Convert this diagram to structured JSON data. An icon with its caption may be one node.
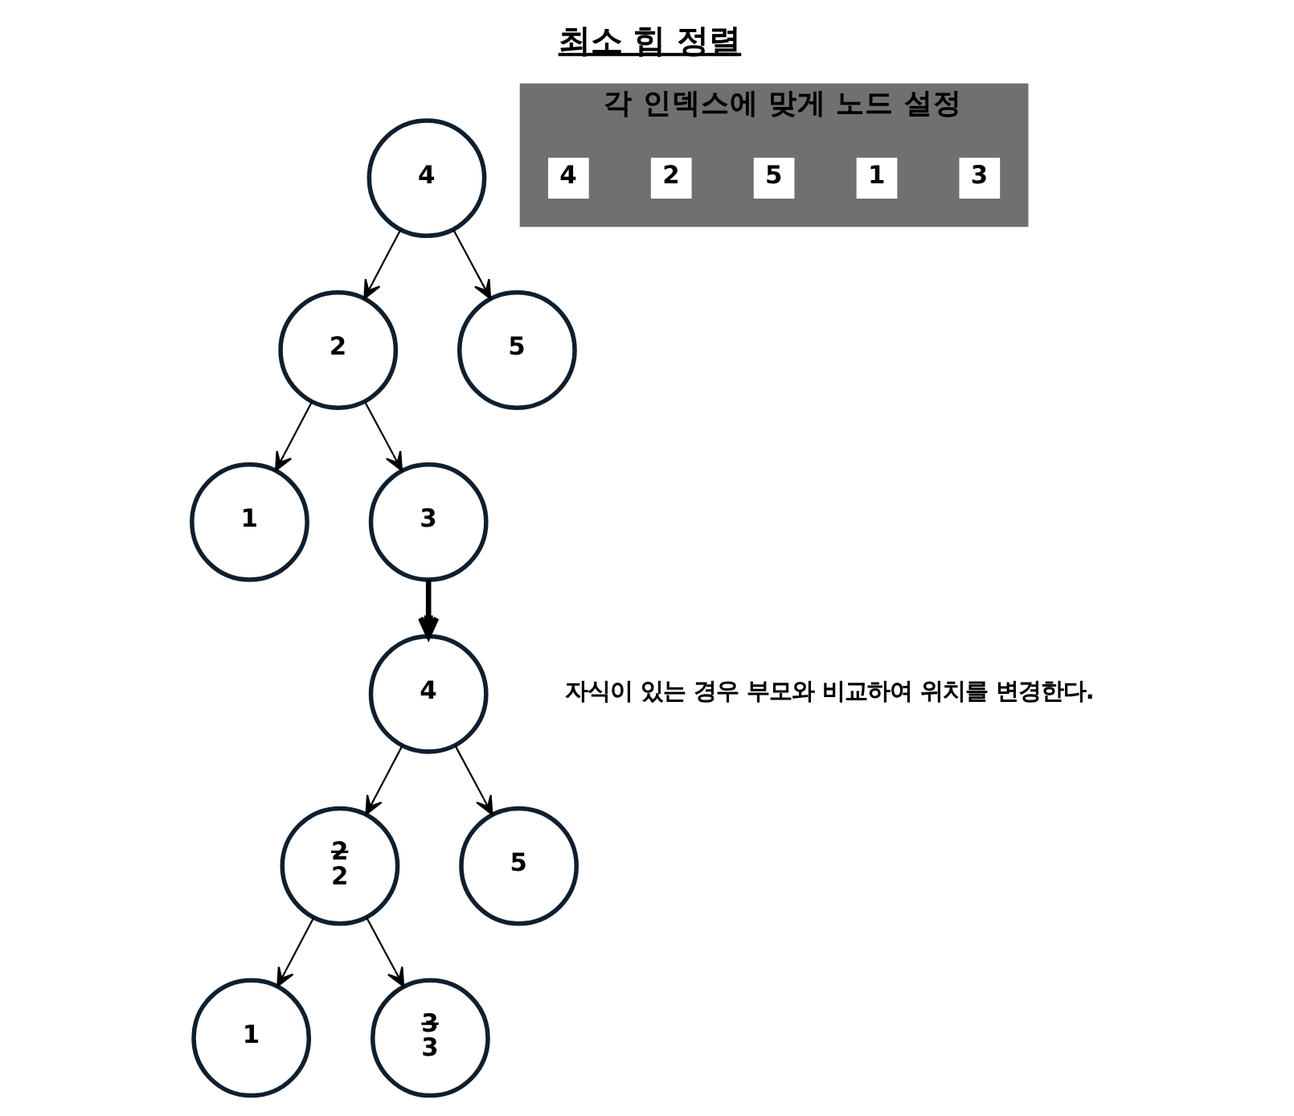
{
  "diagram": {
    "title": "최소 힙 정렬",
    "nodes": [
      {
        "text": [
          "4"
        ]
      },
      {
        "text": [
          "2"
        ]
      },
      {
        "text": [
          "5"
        ]
      },
      {
        "text": [
          "1"
        ]
      },
      {
        "text": [
          "3"
        ]
      },
      {
        "text": [
          "각 인덱스에 맞게 노드 설정"
        ]
      },
      {
        "text": [
          "4"
        ],
        "in": 5
      },
      {
        "text": [
          "2"
        ],
        "in": 5
      },
      {
        "text": [
          "5"
        ],
        "in": 5
      },
      {
        "text": [
          "1"
        ],
        "in": 5
      },
      {
        "text": [
          "3"
        ],
        "in": 5
      },
      {
        "text": [
          "4"
        ]
      },
      {
        "text": [
          "2",
          "2"
        ]
      },
      {
        "text": [
          "5"
        ]
      },
      {
        "text": [
          "1"
        ]
      },
      {
        "text": [
          "3",
          "3"
        ]
      }
    ],
    "edges": [
      {
        "from": 0,
        "to": 1,
        "arrow": "to"
      },
      {
        "from": 0,
        "to": 2,
        "arrow": "to"
      },
      {
        "from": 1,
        "to": 3,
        "arrow": "to"
      },
      {
        "from": 1,
        "to": 4,
        "arrow": "to"
      },
      {
        "from": 4,
        "to": 11,
        "arrow": "to",
        "style": "thick"
      },
      {
        "from": 11,
        "to": 12,
        "arrow": "to"
      },
      {
        "from": 11,
        "to": 13,
        "arrow": "to"
      },
      {
        "from": 12,
        "to": 14,
        "arrow": "to"
      },
      {
        "from": 12,
        "to": 15,
        "arrow": "to"
      }
    ],
    "labels": [
      "자식이 있는 경우 부모와 비교하여 위치를 변경한다."
    ]
  }
}
